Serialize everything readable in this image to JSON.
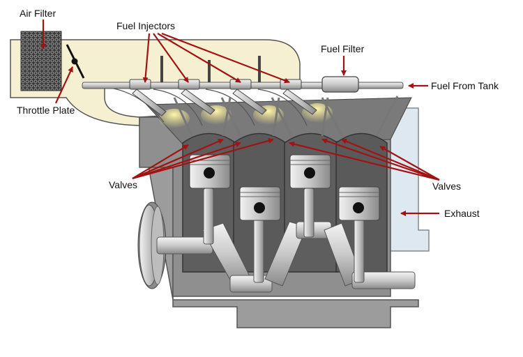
{
  "labels": {
    "air_filter": "Air Filter",
    "fuel_injectors": "Fuel Injectors",
    "fuel_filter": "Fuel Filter",
    "fuel_from_tank": "Fuel From Tank",
    "throttle_plate": "Throttle Plate",
    "valves_left": "Valves",
    "valves_right": "Valves",
    "exhaust": "Exhaust"
  },
  "colors": {
    "arrow": "#a31212",
    "intake_manifold": "#f5f0d2",
    "engine_block": "#8f8f8f",
    "cylinder": "#5e5e5e",
    "exhaust_manifold": "#dde8f0",
    "fuel_spray": "#f3e48a"
  }
}
